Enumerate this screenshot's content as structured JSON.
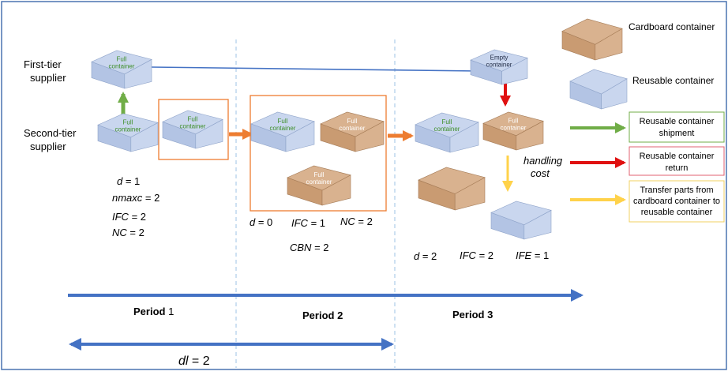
{
  "actors": {
    "first_tier_line1": "First-tier",
    "first_tier_line2": "supplier",
    "second_tier_line1": "Second-tier",
    "second_tier_line2": "supplier"
  },
  "container_labels": {
    "full_1": "Full",
    "full_2": "container",
    "empty_1": "Empty",
    "empty_2": "container"
  },
  "legend": {
    "cardboard": "Cardboard container",
    "reusable": "Reusable container",
    "shipment_1": "Reusable container",
    "shipment_2": "shipment",
    "return_1": "Reusable container",
    "return_2": "return",
    "transfer_1": "Transfer parts from",
    "transfer_2": "cardboard container to",
    "transfer_3": "reusable container"
  },
  "handling_cost_1": "handling",
  "handling_cost_2": "cost",
  "period1": {
    "d_var": "d",
    "d_val": " = 1",
    "nmaxc_var": "nmaxc",
    "nmaxc_val": " = 2",
    "ifc_var": "IFC",
    "ifc_val": " = 2",
    "nc_var": "NC",
    "nc_val": " = 2"
  },
  "period2": {
    "d_var": "d",
    "d_val": " = 0",
    "ifc_var": "IFC",
    "ifc_val": " = 1",
    "nc_var": "NC",
    "nc_val": " = 2",
    "cbn_var": "CBN",
    "cbn_val": " = 2"
  },
  "period3": {
    "d_var": "d",
    "d_val": " = 2",
    "ifc_var": "IFC",
    "ifc_val": " = 2",
    "ife_var": "IFE",
    "ife_val": " = 1"
  },
  "periods": {
    "p1_word": "Period",
    "p1_num": " 1",
    "p2": "Period 2",
    "p3": "Period 3"
  },
  "dl": {
    "var": "dl",
    "val": " = 2"
  },
  "colors": {
    "reusable_top": "#c9d6ee",
    "reusable_side": "#b3c4e4",
    "reusable_edge": "#8ea3c9",
    "cardboard_top": "#d9b28f",
    "cardboard_side": "#c99b72",
    "cardboard_edge": "#a47a55",
    "label_green": "#3f8f2a",
    "blue_arrow": "#4472c4",
    "orange": "#ed7d31",
    "green_arrow": "#70ad47",
    "red_arrow": "#e01010",
    "yellow_arrow": "#ffd24a",
    "divider": "#9dc3e6",
    "frame": "#4a74b0"
  }
}
